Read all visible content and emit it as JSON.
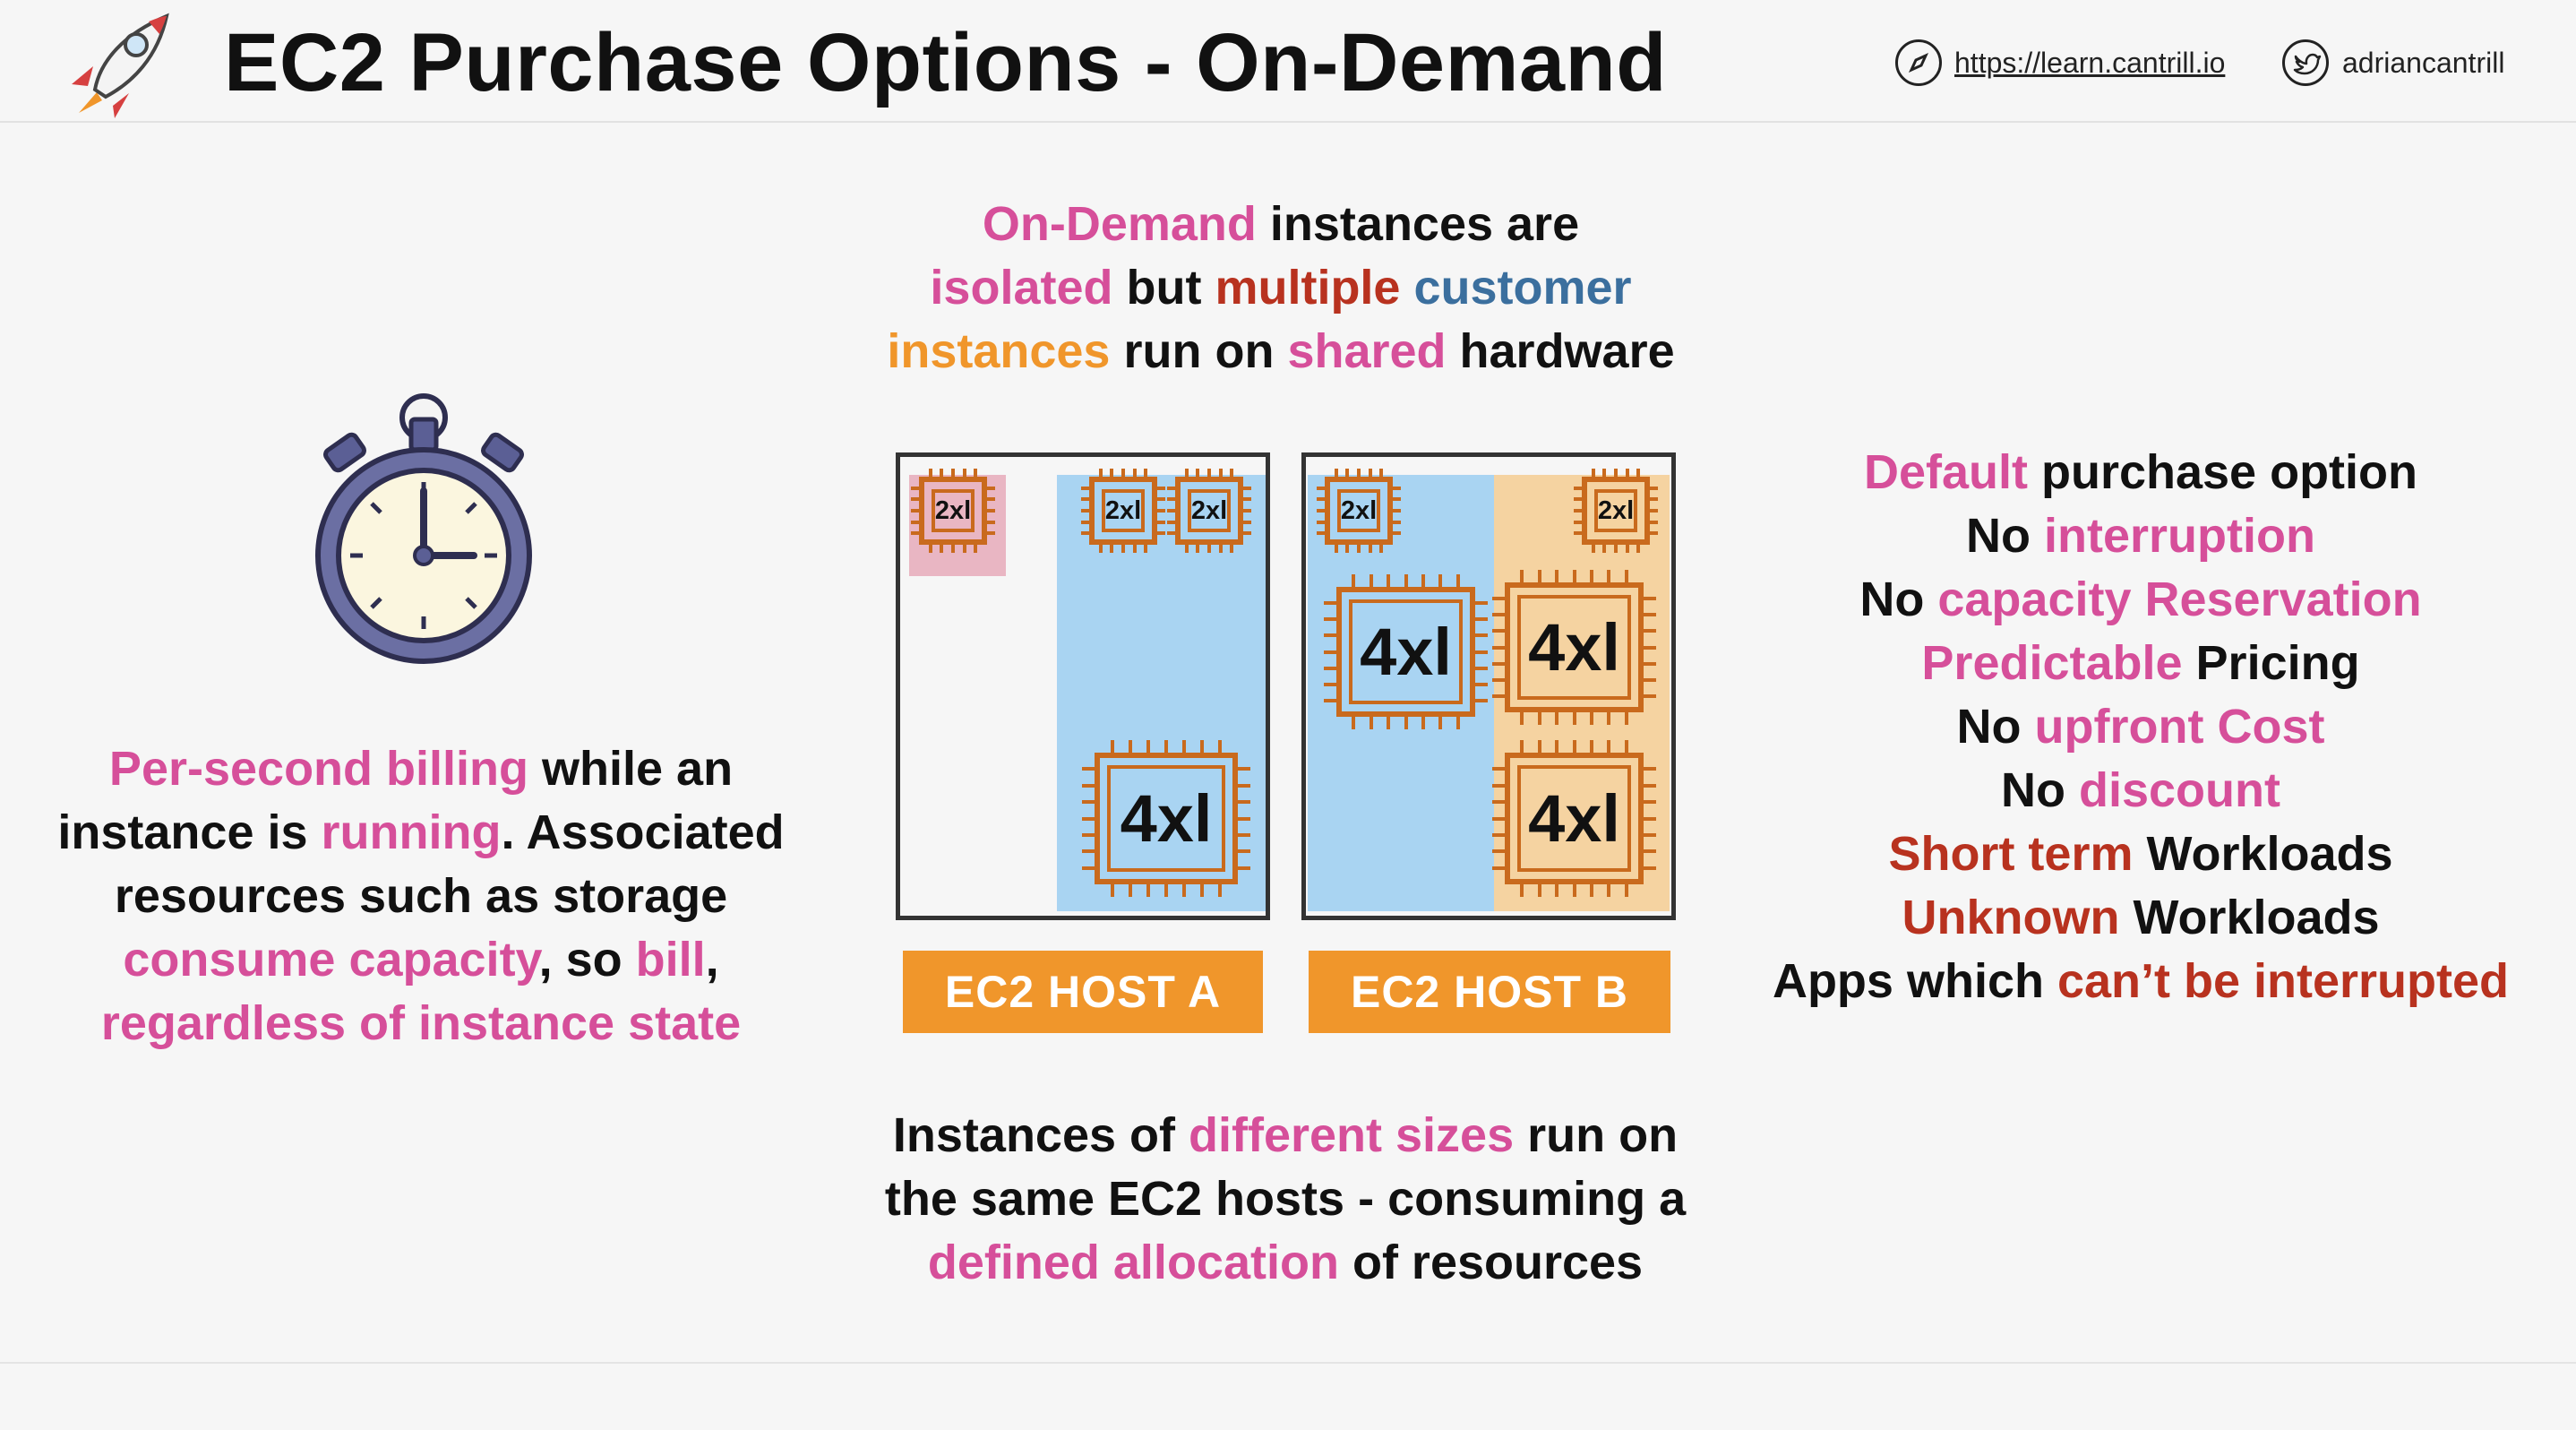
{
  "header": {
    "title": "EC2 Purchase Options - On-Demand",
    "url": "https://learn.cantrill.io",
    "twitter": "adriancantrill",
    "logo_icon": "rocket-icon",
    "compass_icon": "compass-icon",
    "twitter_icon": "twitter-bird-icon"
  },
  "top_text": {
    "w1": "On-Demand",
    "w2": " instances are",
    "w3": "isolated",
    "w4": " but ",
    "w5": "multiple",
    "w6": " customer",
    "w7": "instances",
    "w8": " run on ",
    "w9": "shared",
    "w10": " hardware"
  },
  "left_text": {
    "w1": "Per-second billing",
    "w2": " while an",
    "w3": "instance is ",
    "w4": "running",
    "w5": ". Associated",
    "w6": "resources such as storage",
    "w7": "consume capacity",
    "w8": ", so ",
    "w9": "bill",
    "w10": ",",
    "w11": "regardless of instance state",
    "stopwatch_icon": "stopwatch-icon"
  },
  "hosts": {
    "a_label": "EC2 HOST A",
    "b_label": "EC2 HOST B",
    "small_chip": "2xl",
    "large_chip": "4xl"
  },
  "bottom_text": {
    "w1": "Instances of ",
    "w2": "different sizes",
    "w3": " run on",
    "w4": "the same EC2 hosts - consuming a",
    "w5": "defined allocation",
    "w6": " of resources"
  },
  "right_list": {
    "l1a": "Default",
    "l1b": " purchase option",
    "l2a": "No ",
    "l2b": "interruption",
    "l3a": "No ",
    "l3b": "capacity Reservation",
    "l4a": "Predictable",
    "l4b": " Pricing",
    "l5a": "No ",
    "l5b": "upfront Cost",
    "l6a": "No ",
    "l6b": "discount",
    "l7a": "Short term",
    "l7b": " Workloads",
    "l8a": "Unknown",
    "l8b": " Workloads",
    "l9a": "Apps which ",
    "l9b": "can’t be interrupted"
  },
  "colors": {
    "pink": "#d64f9a",
    "red": "#b8321f",
    "blue": "#3b6f9e",
    "orange": "#f0962b",
    "lane_blue": "#a9d4f2",
    "lane_orange": "#f5d3a1",
    "lane_pink": "#e9b6c3"
  }
}
